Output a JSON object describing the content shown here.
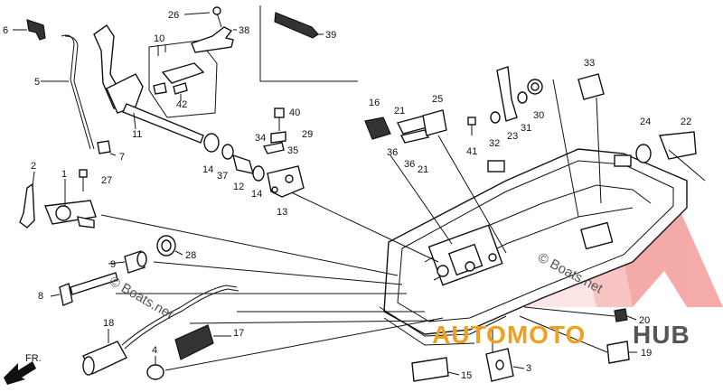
{
  "labels": {
    "n1": "1",
    "n2": "2",
    "n3": "3",
    "n4": "4",
    "n5": "5",
    "n6": "6",
    "n7": "7",
    "n8": "8",
    "n9": "9",
    "n10": "10",
    "n11": "11",
    "n12": "12",
    "n13": "13",
    "n14a": "14",
    "n14b": "14",
    "n15": "15",
    "n16": "16",
    "n17": "17",
    "n18": "18",
    "n19": "19",
    "n20": "20",
    "n21a": "21",
    "n21b": "21",
    "n22": "22",
    "n23": "23",
    "n24": "24",
    "n25": "25",
    "n26": "26",
    "n27": "27",
    "n28": "28",
    "n29": "29",
    "n30": "30",
    "n31": "31",
    "n32": "32",
    "n33": "33",
    "n34": "34",
    "n35": "35",
    "n36a": "36",
    "n36b": "36",
    "n37": "37",
    "n38": "38",
    "n39": "39",
    "n40": "40",
    "n41": "41",
    "n42": "42"
  },
  "direction": "FR.",
  "watermark": {
    "brand_a": "AUTOMOTO",
    "brand_b": "HUB",
    "copyright": "© Boats.net",
    "small": "© Boats.net"
  },
  "colors": {
    "brand_red": "#e03a3a",
    "brand_orange": "#f0a020"
  }
}
